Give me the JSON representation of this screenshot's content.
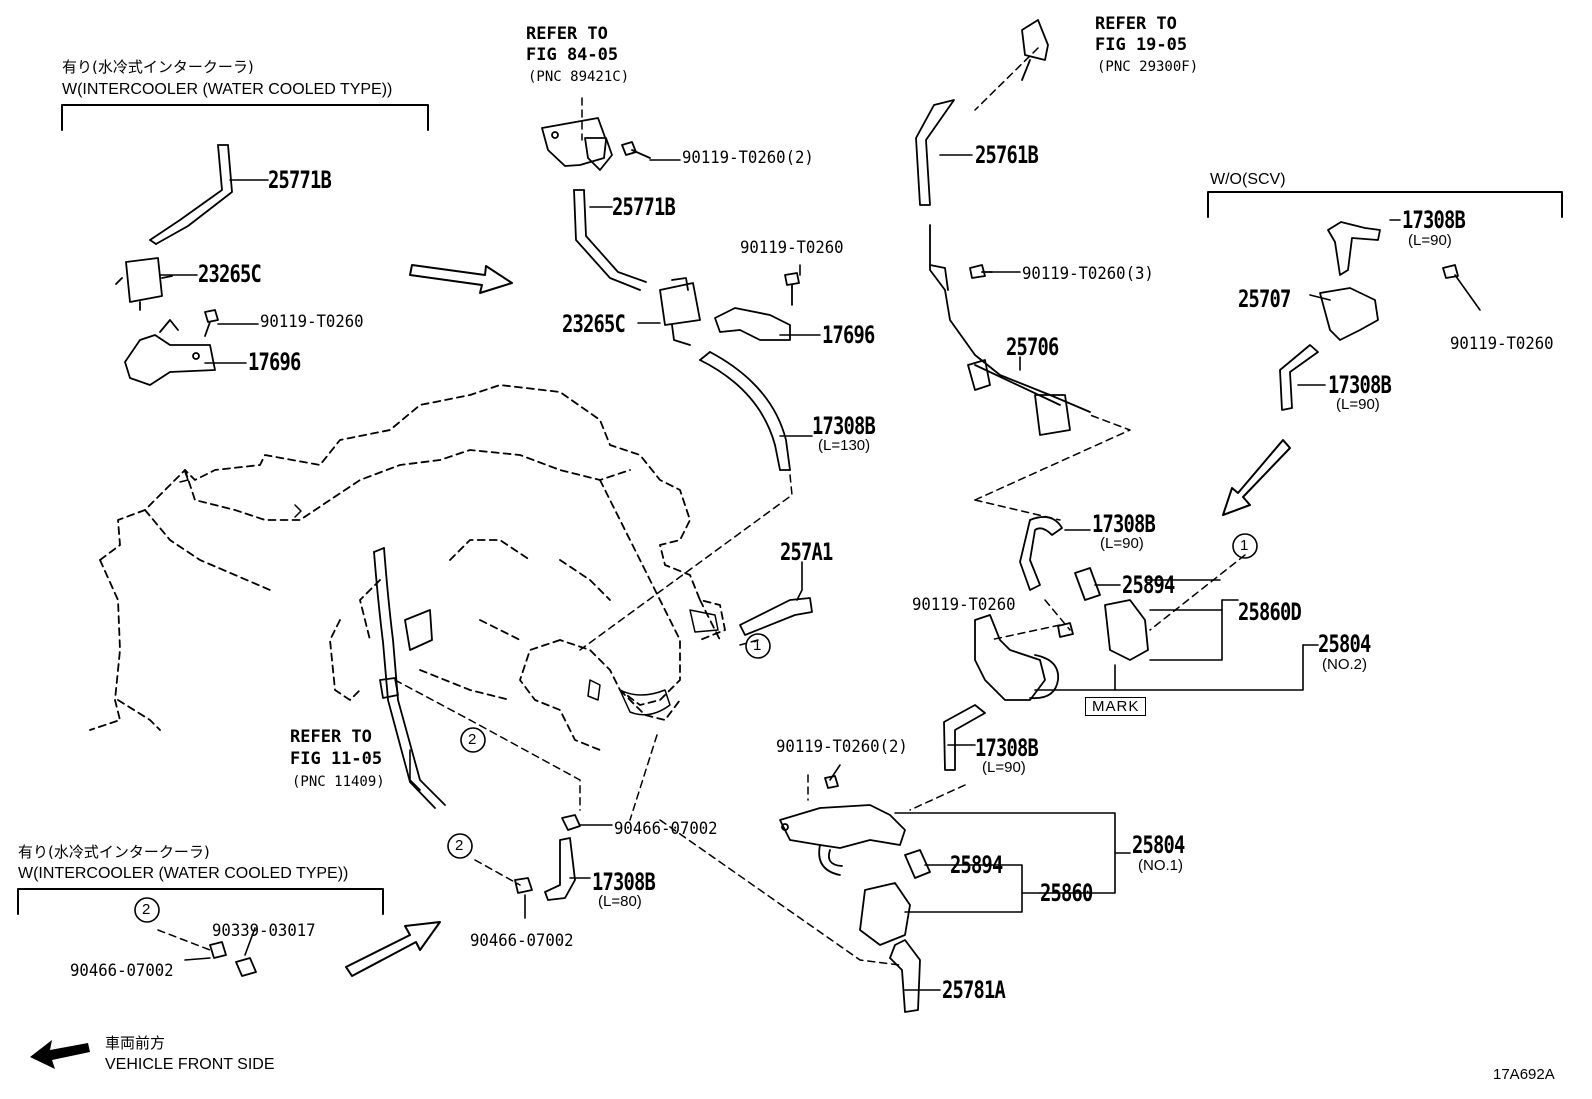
{
  "header_top_left": {
    "jp": "有り(水冷式インタークーラ)",
    "en": "W(INTERCOOLER (WATER COOLED TYPE))"
  },
  "header_bottom_left": {
    "jp": "有り(水冷式インタークーラ)",
    "en": "W(INTERCOOLER (WATER COOLED TYPE))"
  },
  "header_right": "W/O(SCV)",
  "refer_84": {
    "line1": "REFER TO",
    "line2": "FIG 84-05",
    "pnc": "(PNC 89421C)"
  },
  "refer_19": {
    "line1": "REFER TO",
    "line2": "FIG 19-05",
    "pnc": "(PNC 29300F)"
  },
  "refer_11": {
    "line1": "REFER TO",
    "line2": "FIG 11-05",
    "pnc": "(PNC 11409)"
  },
  "parts": {
    "p25771B_a": "25771B",
    "p23265C_a": "23265C",
    "p90119_a": "90119-T0260",
    "p17696_a": "17696",
    "p90119_b": "90119-T0260(2)",
    "p25771B_b": "25771B",
    "p90119_c": "90119-T0260",
    "p23265C_b": "23265C",
    "p17696_b": "17696",
    "p17308B_130": "17308B",
    "l130": "(L=130)",
    "p257A1": "257A1",
    "p25761B": "25761B",
    "p90119_d": "90119-T0260(3)",
    "p25706": "25706",
    "p17308B_r1": "17308B",
    "lr1": "(L=90)",
    "p25707": "25707",
    "p90119_e": "90119-T0260",
    "p17308B_r2": "17308B",
    "lr2": "(L=90)",
    "p17308B_m1": "17308B",
    "lm1": "(L=90)",
    "p25894_a": "25894",
    "p90119_f": "90119-T0260",
    "p25860D": "25860D",
    "p25804_2": "25804",
    "no2": "(NO.2)",
    "mark": "MARK",
    "p90119_g": "90119-T0260(2)",
    "p17308B_m2": "17308B",
    "lm2": "(L=90)",
    "p90466_a": "90466-07002",
    "p17308B_80": "17308B",
    "l80": "(L=80)",
    "p90466_b": "90466-07002",
    "p25894_b": "25894",
    "p25860": "25860",
    "p25804_1": "25804",
    "no1": "(NO.1)",
    "p25781A": "25781A",
    "p90339": "90339-03017",
    "p90466_c": "90466-07002"
  },
  "callouts": {
    "c1": "1",
    "c2": "2"
  },
  "footer": {
    "jp": "車両前方",
    "en": "VEHICLE FRONT SIDE"
  },
  "figure_code": "17A692A"
}
